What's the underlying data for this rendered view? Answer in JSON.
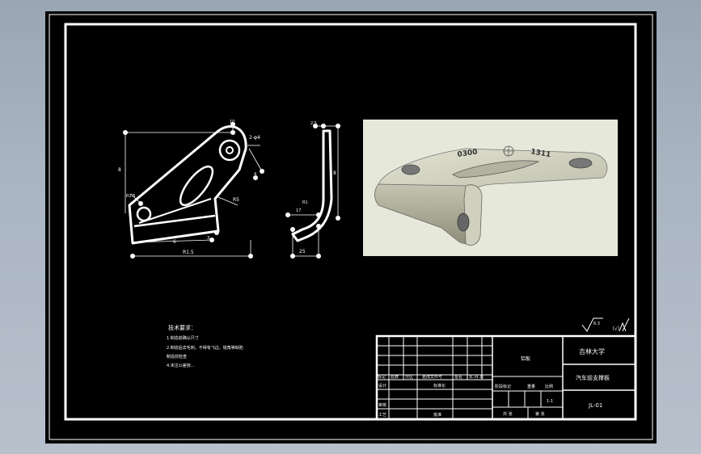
{
  "colors": {
    "background": "#000000",
    "line": "#ffffff",
    "render_background": "#e6e8da",
    "part_surface": "#d6d6c4",
    "outer_chrome": "#9aa6b4"
  },
  "front_view": {
    "dim_top": "10",
    "dim_hole": "2-φ4",
    "dim_left": "8",
    "dim_corner": "R3.5",
    "dim_right_short": "4",
    "dim_slot": "R5",
    "dim_bottom_inner": "6",
    "dim_small_bottom": "3",
    "dim_bottom": "R1.5"
  },
  "side_view": {
    "dim_top": "2.5",
    "dim_right": "8",
    "dim_bend": "R1",
    "dim_left": "17",
    "dim_bottom": "25"
  },
  "render": {
    "number_left": "0300",
    "number_right": "1311"
  },
  "tech_notes": {
    "title": "技术要求：",
    "lines": [
      "1.制造前确认尺寸",
      "2.制造后去毛刺，不得有飞边、锐角等缺陷",
      "制造前检查",
      "4.未注公差按..."
    ]
  },
  "surface_finish": {
    "value": "6.3",
    "other": "（√）"
  },
  "title_block": {
    "col_labels": [
      "标记",
      "处数",
      "分区",
      "更改文件号",
      "签名",
      "年.月.日"
    ],
    "role_labels": [
      "设计",
      "审核",
      "工艺"
    ],
    "role_mid": [
      "标准化",
      "批准"
    ],
    "material": "铝板",
    "stage_labels": [
      "阶段标记",
      "重量",
      "比例"
    ],
    "scale": "1:1",
    "sheet_left": "共 张",
    "sheet_right": "第 张",
    "school": "吉林大学",
    "part_name": "汽车前支撑板",
    "drawing_no": "JL-01"
  }
}
